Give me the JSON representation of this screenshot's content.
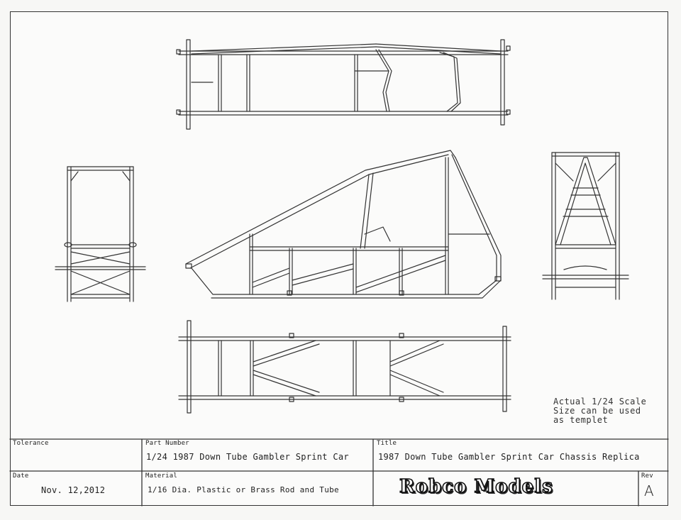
{
  "note": {
    "line1": "Actual 1/24 Scale",
    "line2": "Size can be used",
    "line3": "as templet"
  },
  "title_block": {
    "tolerance_label": "Tolerance",
    "part_number_label": "Part Number",
    "part_number": "1/24 1987 Down Tube Gambler Sprint Car",
    "title_label": "Title",
    "title": "1987 Down Tube Gambler Sprint Car Chassis Replica",
    "date_label": "Date",
    "date": "Nov. 12,2012",
    "material_label": "Material",
    "material": "1/16 Dia. Plastic or Brass Rod and Tube",
    "company": "Robco Models",
    "rev_label": "Rev",
    "rev": "A"
  }
}
